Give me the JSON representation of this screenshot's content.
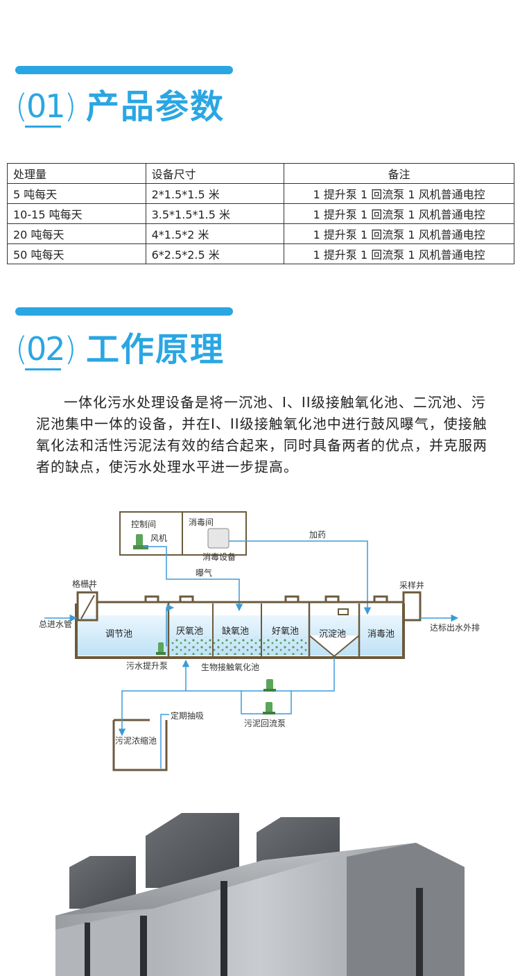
{
  "section1": {
    "number": "01",
    "title": "产品参数"
  },
  "table": {
    "headers": [
      "处理量",
      "设备尺寸",
      "备注"
    ],
    "rows": [
      [
        "5 吨每天",
        "2*1.5*1.5 米",
        "1 提升泵 1 回流泵 1 风机普通电控"
      ],
      [
        "10-15 吨每天",
        "3.5*1.5*1.5 米",
        "1 提升泵 1 回流泵 1 风机普通电控"
      ],
      [
        "20 吨每天",
        "4*1.5*2 米",
        "1 提升泵 1 回流泵 1 风机普通电控"
      ],
      [
        "50 吨每天",
        "6*2.5*2.5 米",
        "1 提升泵 1 回流泵 1 风机普通电控"
      ]
    ]
  },
  "section2": {
    "number": "02",
    "title": "工作原理"
  },
  "intro": "一体化污水处理设备是将一沉池、Ⅰ、ⅠⅠ级接触氧化池、二沉池、污泥池集中一体的设备，并在Ⅰ、ⅠⅠ级接触氧化池中进行鼓风曝气，使接触氧化法和活性污泥法有效的结合起来，同时具备两者的优点，并克服两者的缺点，使污水处理水平进一步提高。",
  "diagram": {
    "control_room": "控制间",
    "fan": "风机",
    "disinfect_room": "消毒间",
    "disinfect_equipment": "消毒设备",
    "dosing": "加药",
    "aeration": "曝气",
    "grille_well": "格栅井",
    "sampling_well": "采样井",
    "inlet_pipe": "总进水管",
    "outlet": "达标出水外排",
    "tanks": [
      "调节池",
      "厌氧池",
      "缺氧池",
      "好氧池",
      "沉淀池",
      "消毒池"
    ],
    "lift_pump": "污水提升泵",
    "bio_contact": "生物接触氧化池",
    "sludge_tank": "污泥浓缩池",
    "periodic_suction": "定期抽吸",
    "sludge_return_pump": "污泥回流泵"
  },
  "colors": {
    "accent": "#2aa6e3",
    "pipe": "#3b9ad8",
    "wall": "#6b5a3c",
    "water": "#d9eefa"
  }
}
